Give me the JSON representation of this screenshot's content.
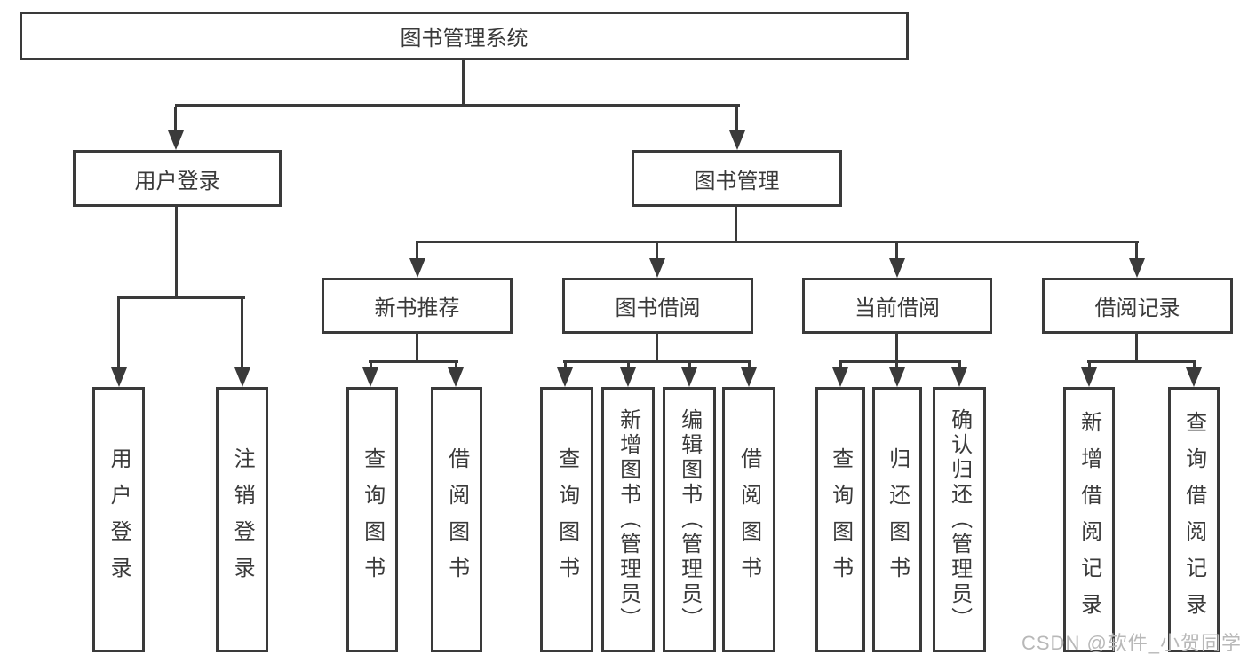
{
  "diagram": {
    "root": {
      "label": "图书管理系统"
    },
    "user_login": {
      "label": "用户登录",
      "children": [
        {
          "label": "用户登录"
        },
        {
          "label": "注销登录"
        }
      ]
    },
    "book_management": {
      "label": "图书管理"
    },
    "sections": [
      {
        "label": "新书推荐",
        "children": [
          {
            "label": "查询图书"
          },
          {
            "label": "借阅图书"
          }
        ]
      },
      {
        "label": "图书借阅",
        "children": [
          {
            "label": "查询图书"
          },
          {
            "label": "新增图书（管理员）"
          },
          {
            "label": "编辑图书（管理员）"
          },
          {
            "label": "借阅图书"
          }
        ]
      },
      {
        "label": "当前借阅",
        "children": [
          {
            "label": "查询图书"
          },
          {
            "label": "归还图书"
          },
          {
            "label": "确认归还（管理员）"
          }
        ]
      },
      {
        "label": "借阅记录",
        "children": [
          {
            "label": "新增借阅记录"
          },
          {
            "label": "查询借阅记录"
          }
        ]
      }
    ]
  },
  "watermark": {
    "text": "CSDN @软件_小贺同学"
  },
  "colors": {
    "line": "#3a3a3a",
    "text": "#3a3a3a",
    "box_background": "#ffffff",
    "watermark": "#b8b8b8"
  }
}
